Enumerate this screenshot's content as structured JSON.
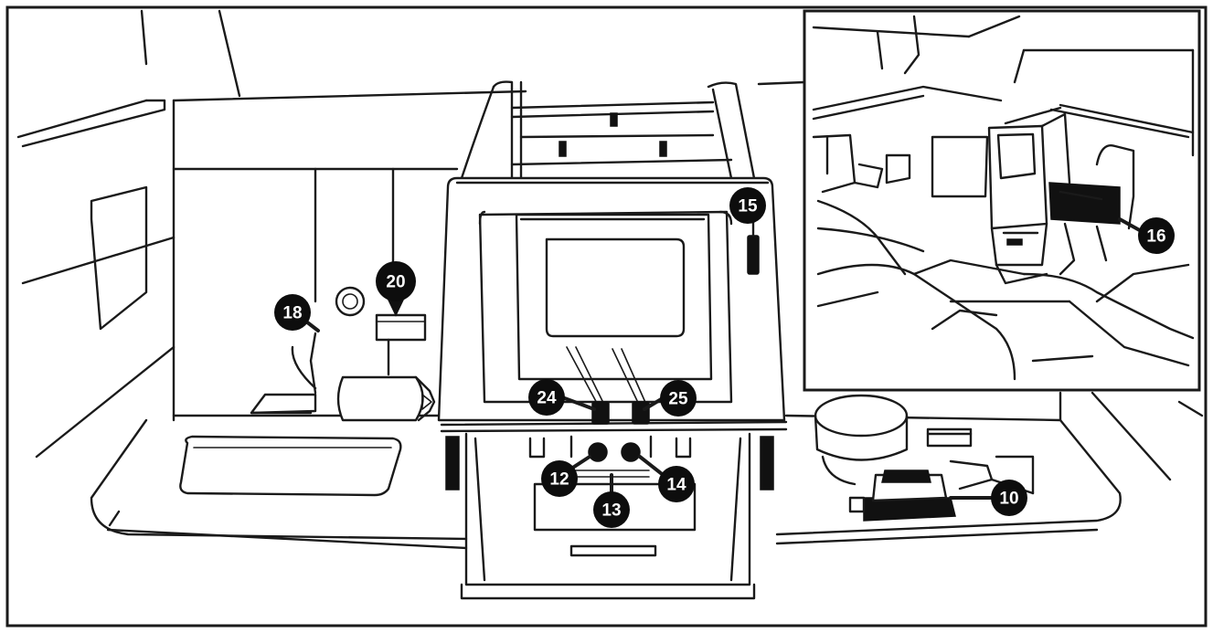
{
  "diagram": {
    "colors": {
      "ink": "#111111",
      "paper": "#ffffff"
    },
    "callouts": [
      {
        "id": "callout-10",
        "label": "10"
      },
      {
        "id": "callout-12",
        "label": "12"
      },
      {
        "id": "callout-13",
        "label": "13"
      },
      {
        "id": "callout-14",
        "label": "14"
      },
      {
        "id": "callout-15",
        "label": "15"
      },
      {
        "id": "callout-16",
        "label": "16"
      },
      {
        "id": "callout-18",
        "label": "18"
      },
      {
        "id": "callout-20",
        "label": "20"
      },
      {
        "id": "callout-24",
        "label": "24"
      },
      {
        "id": "callout-25",
        "label": "25"
      }
    ]
  }
}
